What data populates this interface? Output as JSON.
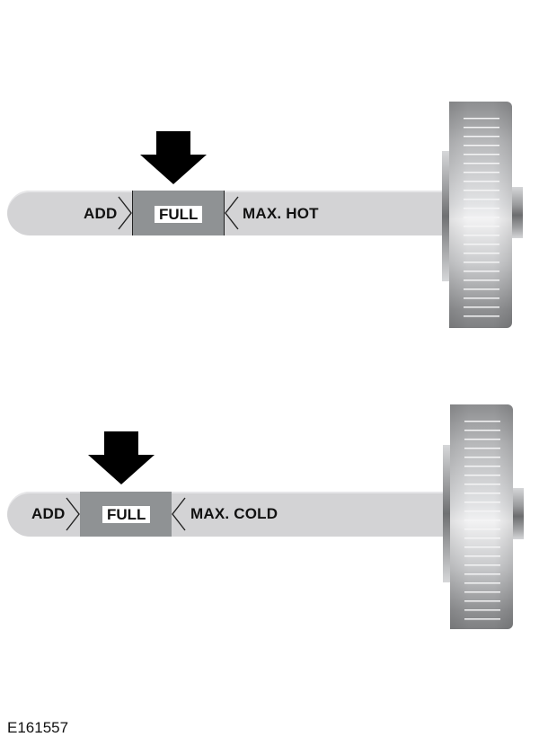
{
  "figure_id": "E161557",
  "dipsticks": [
    {
      "name": "hot",
      "labels": {
        "add": "ADD",
        "full": "FULL",
        "max": "MAX. HOT"
      },
      "arrow_icon": "down-arrow"
    },
    {
      "name": "cold",
      "labels": {
        "add": "ADD",
        "full": "FULL",
        "max": "MAX. COLD"
      },
      "arrow_icon": "down-arrow"
    }
  ],
  "colors": {
    "stick": "#d3d3d5",
    "full_band": "#8f9294",
    "arrow": "#000000",
    "text": "#111111"
  }
}
